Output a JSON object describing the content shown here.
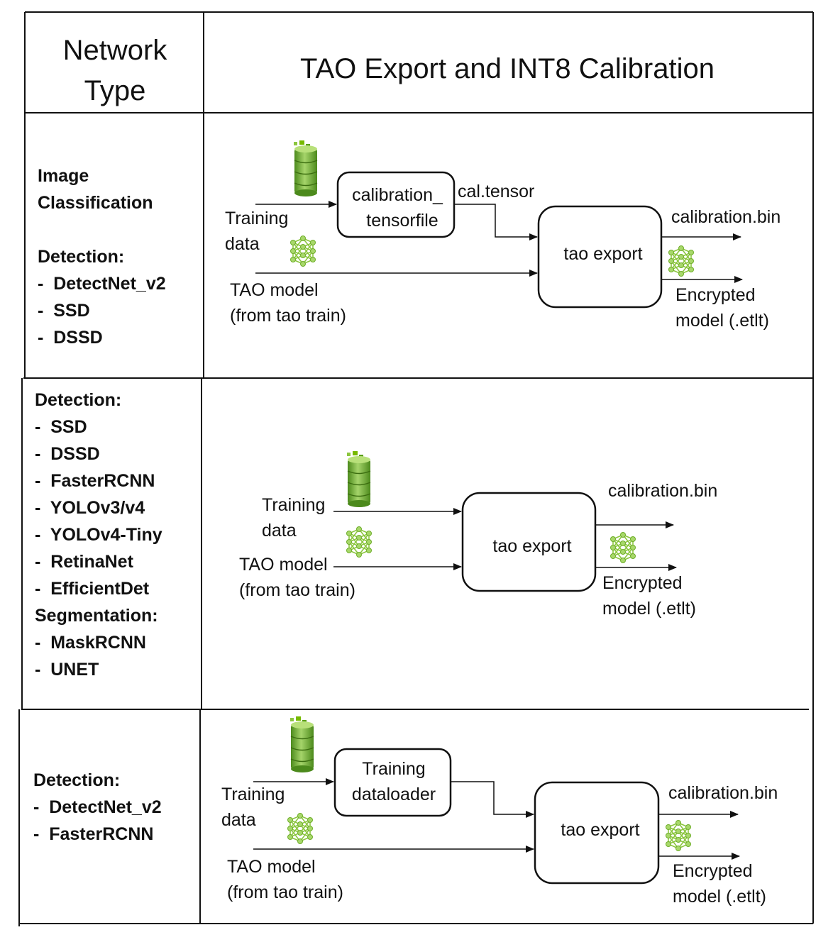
{
  "header": {
    "network_type": [
      "Network",
      "Type"
    ],
    "title": "TAO Export and INT8 Calibration"
  },
  "rows": [
    {
      "networks": [
        "Image",
        "Classification",
        "",
        "Detection:",
        "-  DetectNet_v2",
        "-  SSD",
        "-  DSSD"
      ],
      "diagram": {
        "training_data": [
          "Training",
          "data"
        ],
        "tao_model": [
          "TAO model",
          "(from tao train)"
        ],
        "intermediate": [
          "calibration_",
          "tensorfile"
        ],
        "intermediate_output": "cal.tensor",
        "export": "tao export",
        "calibration_output": "calibration.bin",
        "model_output": [
          "Encrypted",
          "model (.etlt)"
        ]
      }
    },
    {
      "networks": [
        "Detection:",
        "-  SSD",
        "-  DSSD",
        "-  FasterRCNN",
        "-  YOLOv3/v4",
        "-  YOLOv4-Tiny",
        "-  RetinaNet",
        "-  EfficientDet",
        "Segmentation:",
        "-  MaskRCNN",
        "-  UNET"
      ],
      "diagram": {
        "training_data": [
          "Training",
          "data"
        ],
        "tao_model": [
          "TAO model",
          "(from tao train)"
        ],
        "export": "tao export",
        "calibration_output": "calibration.bin",
        "model_output": [
          "Encrypted",
          "model (.etlt)"
        ]
      }
    },
    {
      "networks": [
        "Detection:",
        "-  DetectNet_v2",
        "-  FasterRCNN"
      ],
      "diagram": {
        "training_data": [
          "Training",
          "data"
        ],
        "tao_model": [
          "TAO model",
          "(from tao train)"
        ],
        "intermediate": [
          "Training",
          "dataloader"
        ],
        "export": "tao export",
        "calibration_output": "calibration.bin",
        "model_output": [
          "Encrypted",
          "model (.etlt)"
        ]
      }
    }
  ],
  "icons": {
    "database": "database-icon",
    "network": "neural-network-icon",
    "accent": "#76b900"
  }
}
